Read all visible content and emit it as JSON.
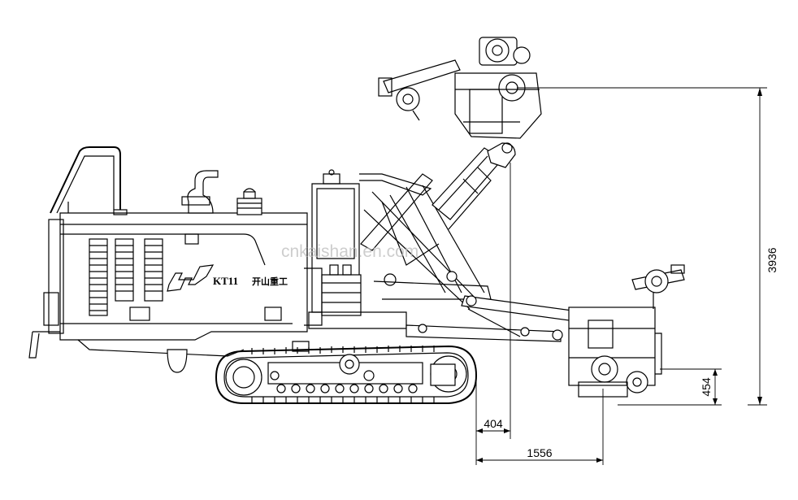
{
  "machine": {
    "model_label": "KT11",
    "brand_label": "开山重工"
  },
  "watermark": "cnkaishan.en.com",
  "dimensions": {
    "height_total": "3936",
    "height_bottom": "454",
    "offset_small": "404",
    "offset_large": "1556"
  }
}
